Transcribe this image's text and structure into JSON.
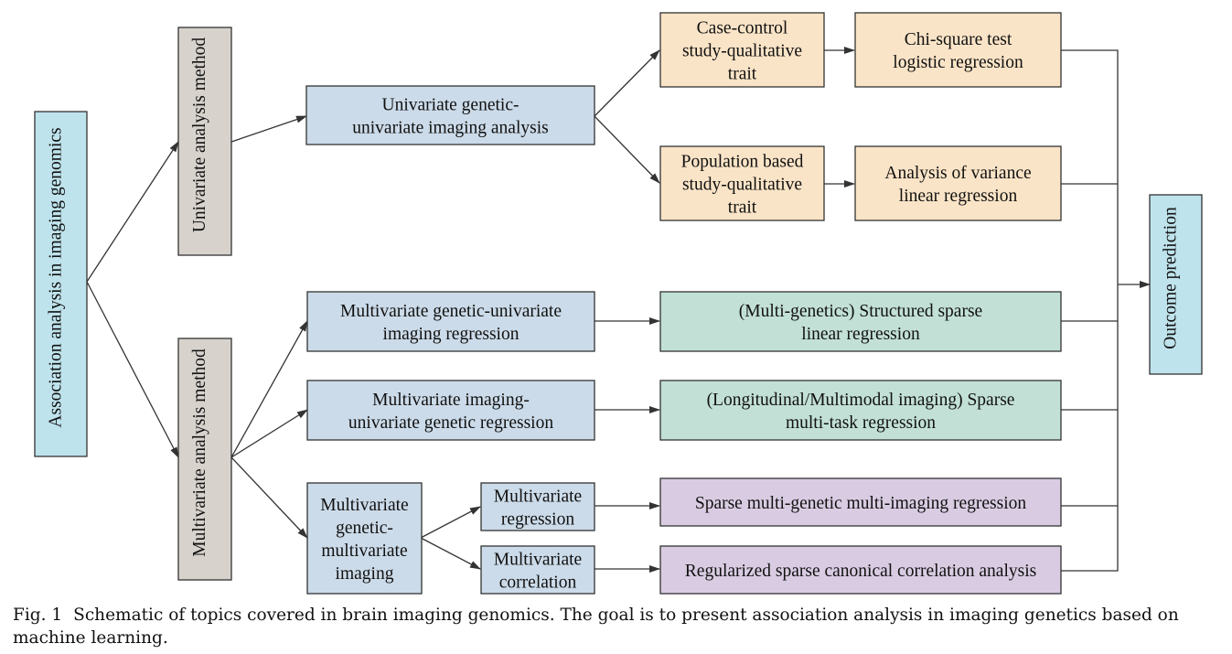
{
  "colors": {
    "blue": "#ccdbe9",
    "gray": "#d7d2cc",
    "peach": "#fae4c7",
    "green": "#c2e0d6",
    "purple": "#d9cce2",
    "cyan": "#bfe3ec",
    "stroke": "#333333"
  },
  "nodes": {
    "root": "Association analysis in imaging genomics",
    "univariate_method": "Univariate analysis method",
    "multivariate_method": "Multivariate analysis method",
    "uni_gen_uni_img": [
      "Univariate genetic-",
      "univariate imaging analysis"
    ],
    "case_control": [
      "Case-control",
      "study-qualitative",
      "trait"
    ],
    "population_based": [
      "Population based",
      "study-qualitative",
      "trait"
    ],
    "chi_square": [
      "Chi-square test",
      "logistic regression"
    ],
    "anova": [
      "Analysis of variance",
      "linear regression"
    ],
    "multi_gen_uni_img": [
      "Multivariate genetic-univariate",
      "imaging regression"
    ],
    "multi_img_uni_gen": [
      "Multivariate imaging-",
      "univariate genetic regression"
    ],
    "multi_gen_multi_img": [
      "Multivariate",
      "genetic-",
      "multivariate",
      "imaging"
    ],
    "multi_regression": [
      "Multivariate",
      "regression"
    ],
    "multi_correlation": [
      "Multivariate",
      "correlation"
    ],
    "structured_sparse": [
      "(Multi-genetics) Structured sparse",
      "linear regression"
    ],
    "sparse_multitask": [
      "(Longitudinal/Multimodal imaging) Sparse",
      "multi-task regression"
    ],
    "sparse_multi_gen_multi_img": [
      "Sparse multi-genetic multi-imaging regression"
    ],
    "rscca": [
      "Regularized sparse canonical correlation analysis"
    ],
    "outcome": "Outcome prediction"
  },
  "caption": {
    "label": "Fig. 1",
    "text": "Schematic of topics covered in brain imaging genomics. The goal is to present association analysis in imaging genetics based on machine learning."
  }
}
